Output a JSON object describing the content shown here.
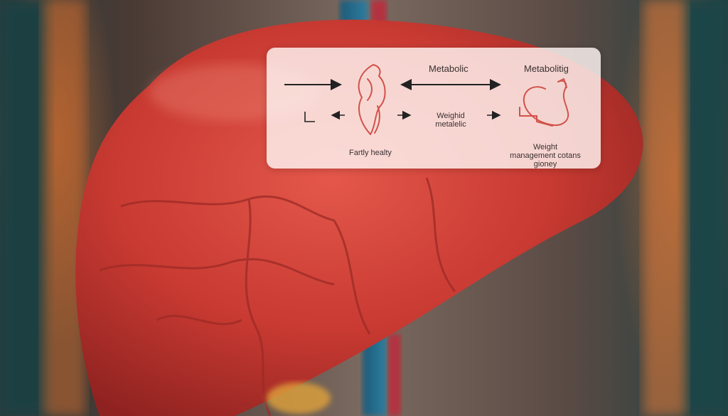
{
  "panel": {
    "title_center": "Metabolic",
    "title_right": "Metabolitig",
    "left_caption": "Fartly healty",
    "middle_caption": "Weighid metalelic",
    "right_caption": "Weight management cotans gioney"
  },
  "colors": {
    "liver": "#c83a32",
    "panel_bg": "#fff6f4",
    "icon_stroke": "#d2524a",
    "arrow": "#222222"
  },
  "icons": [
    "liver-outline-icon",
    "stomach-outline-icon"
  ]
}
